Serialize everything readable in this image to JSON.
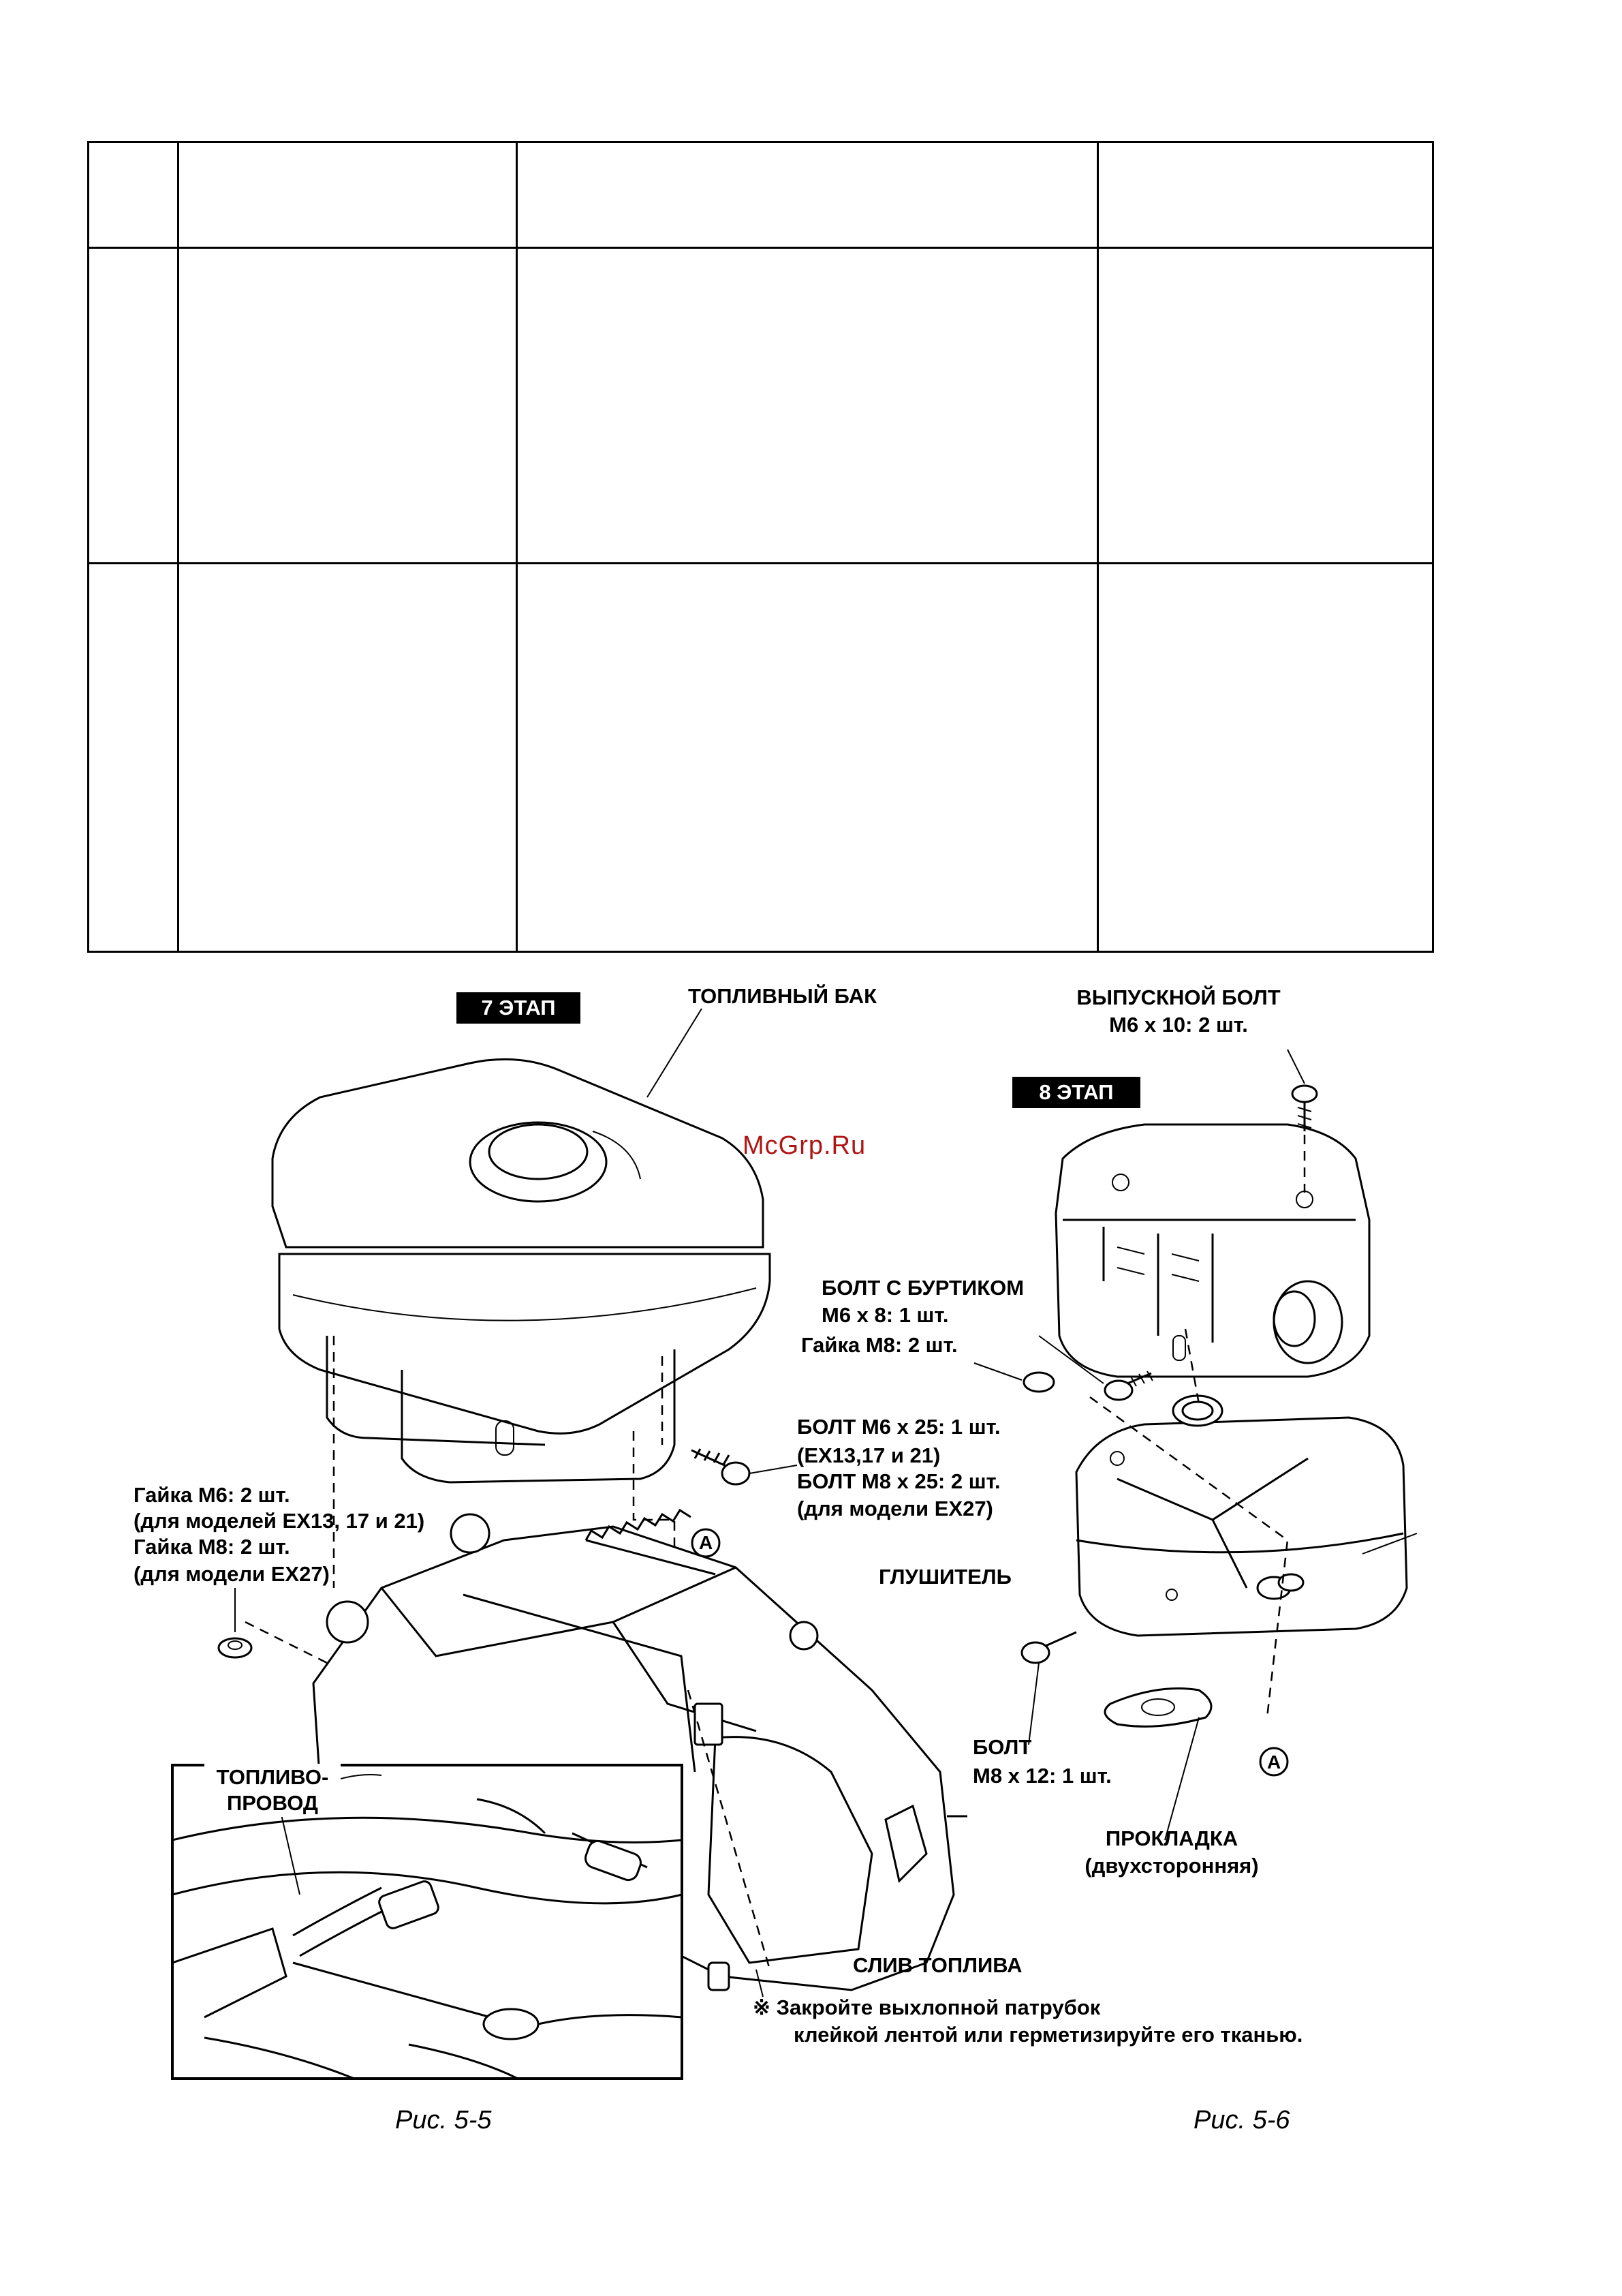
{
  "table": {
    "rows": 3,
    "columns": 4
  },
  "fig_5_5": {
    "step_badge": "7 ЭТАП",
    "fuel_tank": "ТОПЛИВНЫЙ БАК",
    "bolt_m6x25_line1": "БОЛТ M6 x 25: 1 шт.",
    "bolt_m6x25_line2": "(EX13,17 и 21)",
    "bolt_m8x25_line1": "БОЛТ M8 x 25: 2 шт.",
    "bolt_m8x25_line2": "(для модели EX27)",
    "nut_m6_line1": "Гайка M6: 2 шт.",
    "nut_m6_line2": "(для моделей EX13, 17 и 21)",
    "nut_m8_line1": "Гайка M8: 2 шт.",
    "nut_m8_line2": "(для модели EX27)",
    "fuel_line_1": "ТОПЛИВО-",
    "fuel_line_2": "ПРОВОД",
    "fuel_drain": "СЛИВ ТОПЛИВА",
    "note_line1": "※ Закройте выхлопной патрубок",
    "note_line2": "клейкой лентой или герметизируйте его тканью.",
    "marker": "A",
    "caption": "Рис. 5-5"
  },
  "fig_5_6": {
    "step_badge": "8 ЭТАП",
    "exhaust_bolt_line1": "ВЫПУСКНОЙ БОЛТ",
    "exhaust_bolt_line2": "M6 x 10: 2 шт.",
    "flange_bolt_line1": "БОЛТ С БУРТИКОМ",
    "flange_bolt_line2": "M6 x 8: 1 шт.",
    "nut_m8": "Гайка M8: 2 шт.",
    "muffler": "ГЛУШИТЕЛЬ",
    "bolt_m8x12_line1": "БОЛТ",
    "bolt_m8x12_line2": "M8 x 12: 1 шт.",
    "gasket_line1": "ПРОКЛАДКА",
    "gasket_line2": "(двухсторонняя)",
    "marker": "A",
    "caption": "Рис. 5-6"
  },
  "watermark": "McGrp.Ru"
}
